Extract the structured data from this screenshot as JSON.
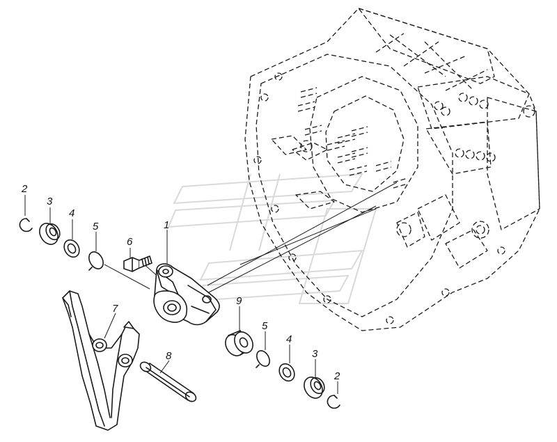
{
  "callouts": [
    {
      "id": "c1",
      "text": "1"
    },
    {
      "id": "c2a",
      "text": "2"
    },
    {
      "id": "c3a",
      "text": "3"
    },
    {
      "id": "c4a",
      "text": "4"
    },
    {
      "id": "c5a",
      "text": "5"
    },
    {
      "id": "c6",
      "text": "6"
    },
    {
      "id": "c7",
      "text": "7"
    },
    {
      "id": "c8",
      "text": "8"
    },
    {
      "id": "c9",
      "text": "9"
    },
    {
      "id": "c5b",
      "text": "5"
    },
    {
      "id": "c4b",
      "text": "4"
    },
    {
      "id": "c3b",
      "text": "3"
    },
    {
      "id": "c2b",
      "text": "2"
    }
  ]
}
